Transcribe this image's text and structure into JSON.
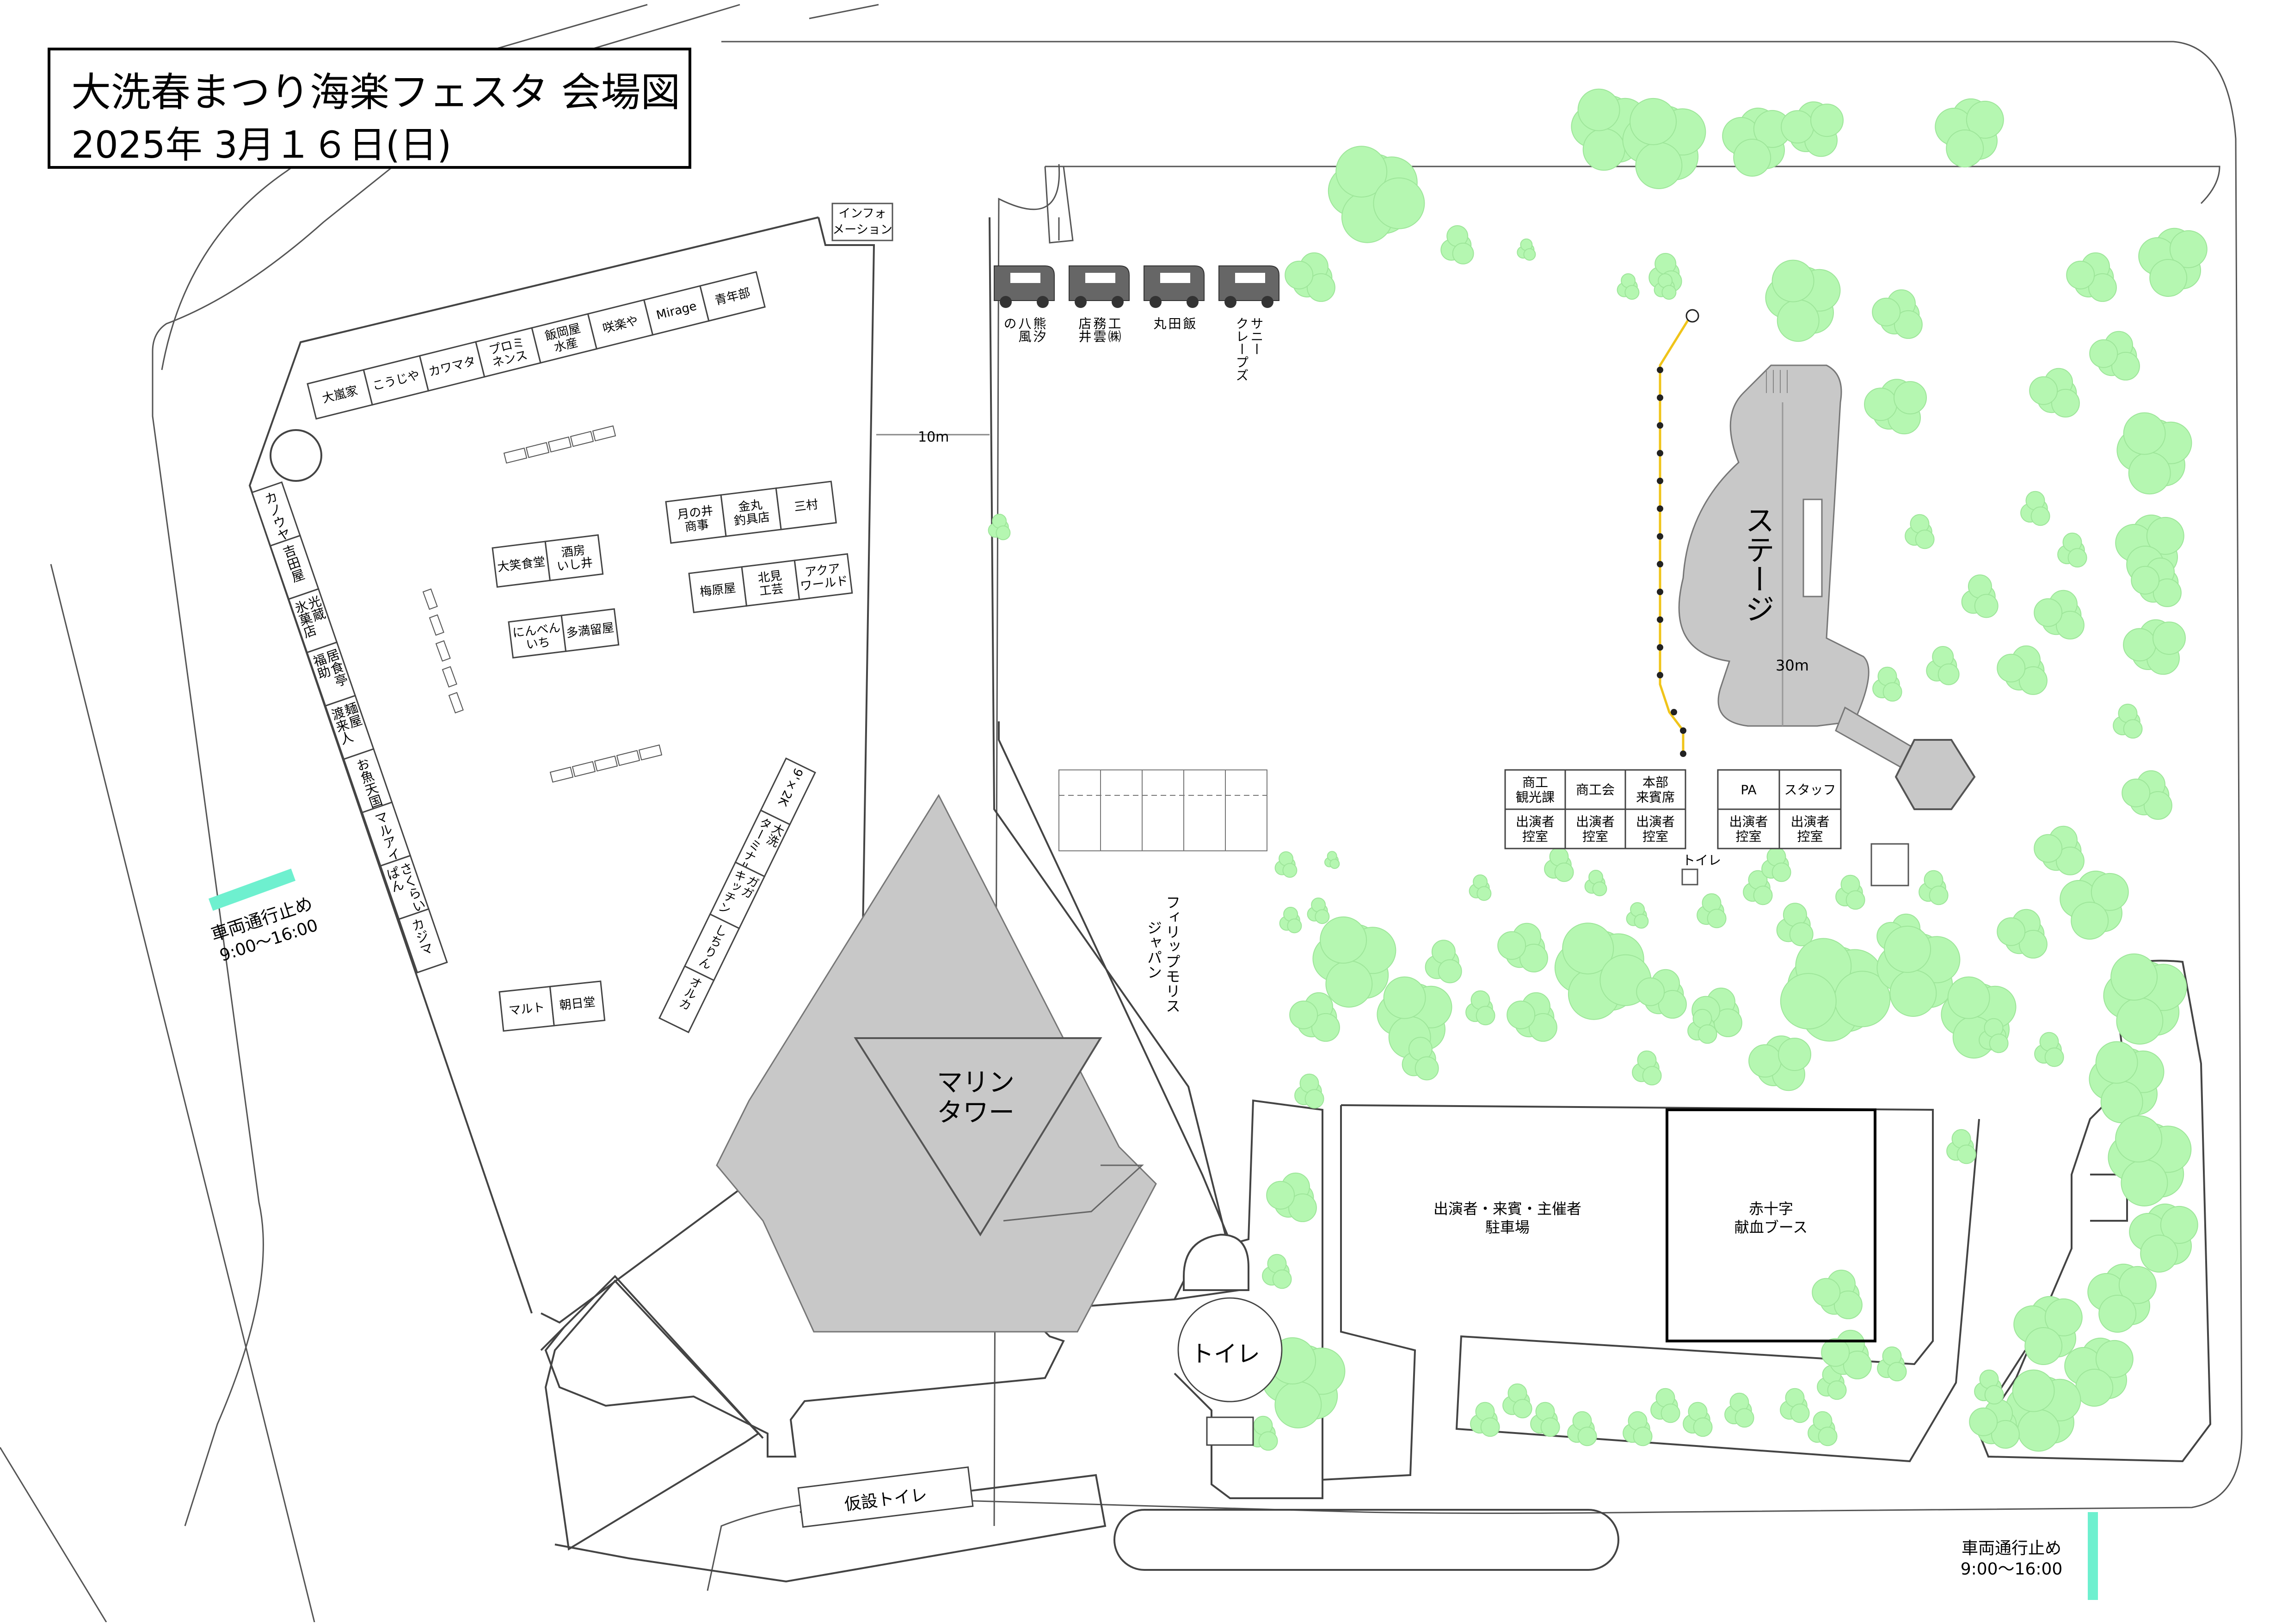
{
  "title": "大洗春まつり海楽フェスタ 会場図",
  "date": "2025年 3月１６日(日)",
  "labels": {
    "info": [
      "インフォ",
      "メーション"
    ],
    "marine_tower": [
      "マリン",
      "タワー"
    ],
    "stage": "ステージ",
    "toilet_round": "トイレ",
    "toilet_small": "トイレ",
    "temp_toilet": "仮設トイレ",
    "distance_10m": "10m",
    "distance_30m": "30m",
    "road_closed_left": [
      "車両通行止め",
      "9:00〜16:00"
    ],
    "road_closed_right": [
      "車両通行止め",
      "9:00〜16:00"
    ],
    "parking": [
      "出演者・来賓・主催者",
      "駐車場"
    ],
    "red_cross": [
      "赤十字",
      "献血ブース"
    ],
    "philip_morris": [
      "フィリップモリス",
      "ジャパン"
    ]
  },
  "top_booths": [
    "大嵐家",
    "こうじや",
    "カワマタ",
    "プロミ\nネンス",
    "飯岡屋\n水産",
    "咲楽や",
    "Mirage",
    "青年部"
  ],
  "left_booths": [
    "カノウヤ",
    "吉田屋",
    "光蔵\n氷菓店",
    "居食亭\n福助",
    "麺屋\n渡来人",
    "お魚天国",
    "マルアイ",
    "さくらい\nぱん",
    "カジマ"
  ],
  "center_booths": {
    "row1": [
      "月の井\n商事",
      "金丸\n釣具店",
      "三村"
    ],
    "row2": [
      "梅原屋",
      "北見\n工芸",
      "アクア\nワールド"
    ],
    "row3": [
      "大笑食堂",
      "酒房\nいし井"
    ],
    "row4": [
      "にんべん\nいち",
      "多満留屋"
    ],
    "bottom": [
      "マルト",
      "朝日堂"
    ],
    "diagonal": [
      "9'×2K",
      "大洗\nターミナル",
      "ガガ\nキッチン",
      "しちりん",
      "オルカ"
    ]
  },
  "food_trucks": [
    "熊汐\n八風\nの",
    "工㈱\n務雲\n店井",
    "飯\n田\n丸",
    "サニー\nクレープズ"
  ],
  "rooms_top": [
    "商工\n観光課",
    "商工会",
    "本部\n来賓席"
  ],
  "rooms_bottom": [
    "出演者\n控室",
    "出演者\n控室",
    "出演者\n控室"
  ],
  "rooms2_top": [
    "PA",
    "スタッフ"
  ],
  "rooms2_bottom": [
    "出演者\n控室",
    "出演者\n控室"
  ],
  "colors": {
    "tree": "#b5f7b1",
    "tree_stroke": "#9ee69a",
    "gray_building": "#c8c8c8",
    "road_closed_bar": "#6ef0cf",
    "rope": "#f0c419"
  }
}
